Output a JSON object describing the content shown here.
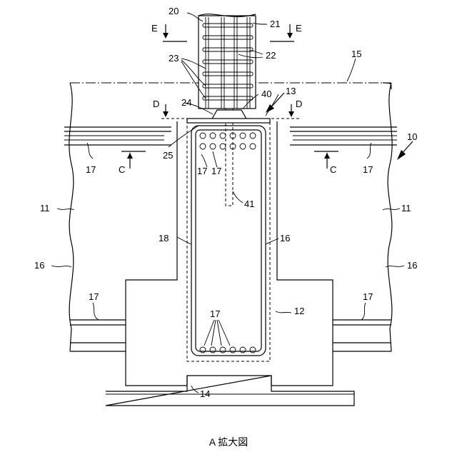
{
  "figure": {
    "caption": "A 拡大図",
    "labels": {
      "n10": "10",
      "n11_left": "11",
      "n11_right": "11",
      "n12": "12",
      "n13": "13",
      "n14": "14",
      "n15": "15",
      "n16_left": "16",
      "n16_right": "16",
      "n16_inner": "16",
      "n17_upper_left": "17",
      "n17_upper_right": "17",
      "n17_lower_left": "17",
      "n17_lower_right": "17",
      "n17_inner_a": "17",
      "n17_inner_b": "17",
      "n17_bottom": "17",
      "n18": "18",
      "n20": "20",
      "n21": "21",
      "n22": "22",
      "n23": "23",
      "n24": "24",
      "n25": "25",
      "n40": "40",
      "n41": "41"
    },
    "section_markers": {
      "E_left": "E",
      "E_right": "E",
      "D_left": "D",
      "D_right": "D",
      "C_left": "C",
      "C_right": "C"
    }
  }
}
